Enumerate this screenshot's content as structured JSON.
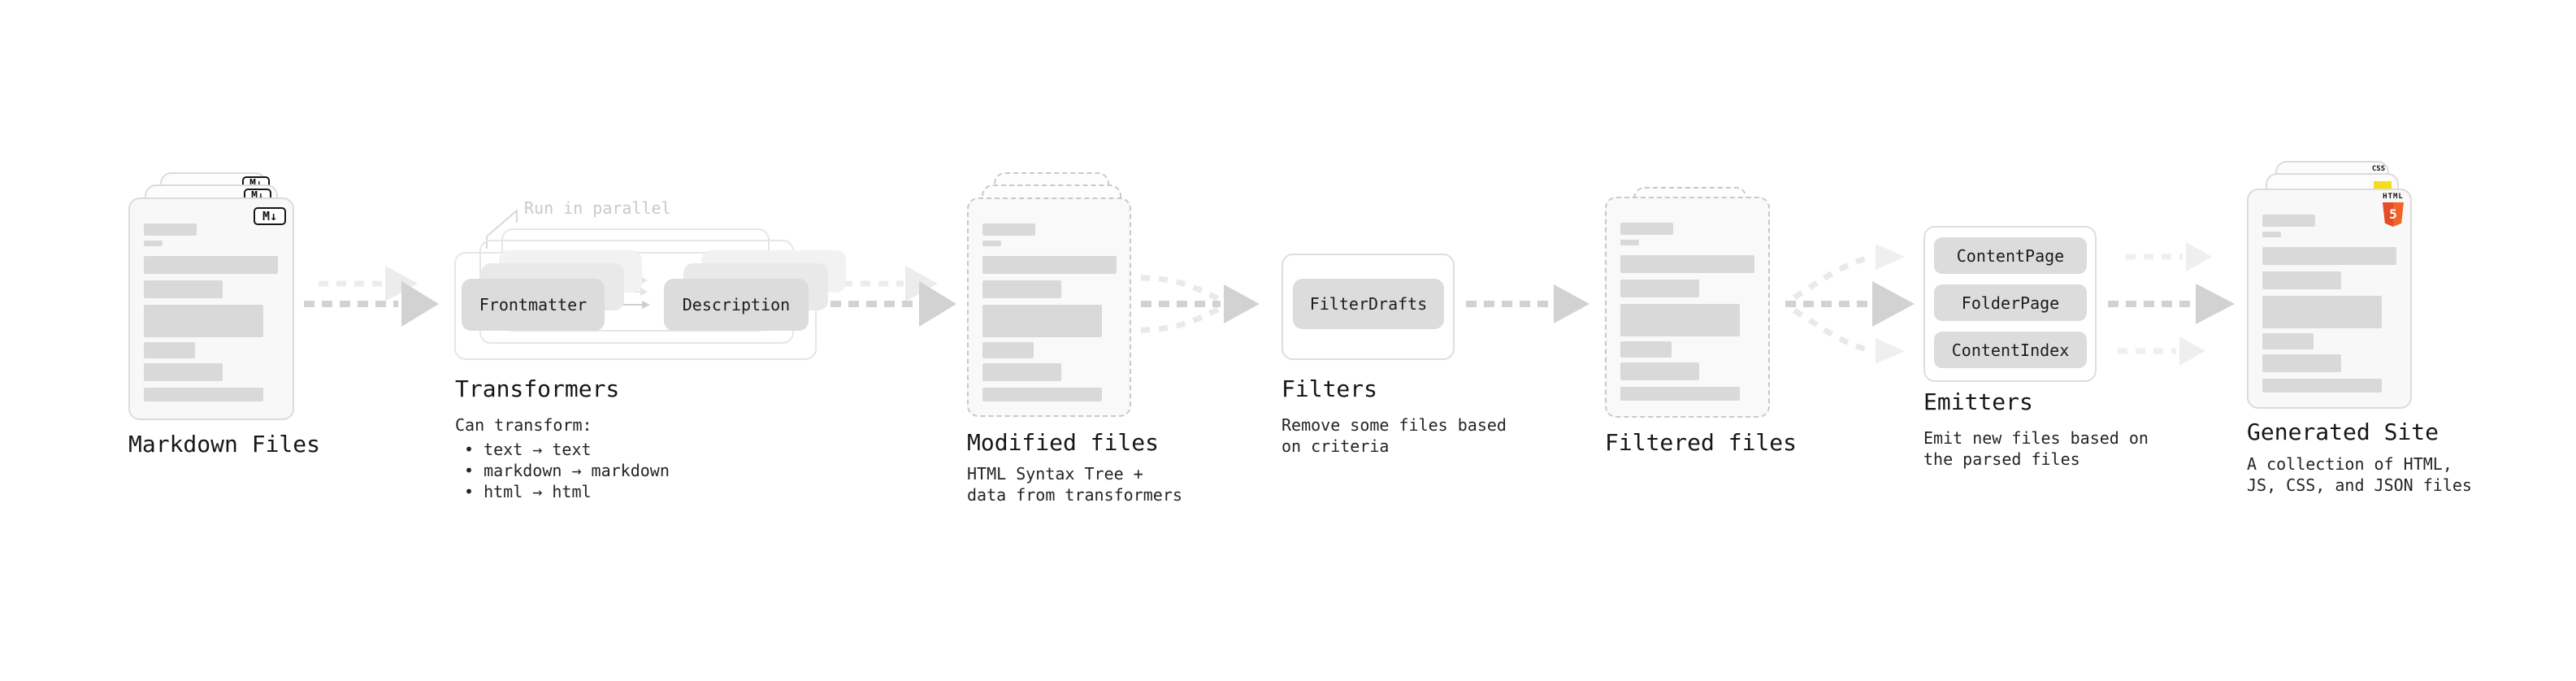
{
  "stages": {
    "markdown": {
      "title": "Markdown Files",
      "badge": "M↓"
    },
    "transformers": {
      "title": "Transformers",
      "annotation": "Run in parallel",
      "boxes": [
        "Frontmatter",
        "Description"
      ],
      "desc_heading": "Can transform:",
      "bullets": [
        "• text → text",
        "• markdown → markdown",
        "• html → html"
      ]
    },
    "modified": {
      "title": "Modified files",
      "desc": [
        "HTML Syntax Tree +",
        "data from transformers"
      ]
    },
    "filters": {
      "title": "Filters",
      "boxes": [
        "FilterDrafts"
      ],
      "desc": [
        "Remove some files based",
        "on criteria"
      ]
    },
    "filtered": {
      "title": "Filtered files"
    },
    "emitters": {
      "title": "Emitters",
      "boxes": [
        "ContentPage",
        "FolderPage",
        "ContentIndex"
      ],
      "desc": [
        "Emit new files based on",
        "the parsed files"
      ]
    },
    "generated": {
      "title": "Generated Site",
      "desc": [
        "A collection of HTML,",
        "JS, CSS, and JSON files"
      ],
      "badges": {
        "css": "CSS",
        "html_wordmark": "HTML",
        "html_number": "5"
      }
    }
  },
  "colors": {
    "html5_badge": "#e44d26",
    "js_badge": "#f5de19",
    "css_badge": "#2b63f1",
    "arrow_gray": "#d2d2d2",
    "box_gray": "#dcdcdc"
  }
}
